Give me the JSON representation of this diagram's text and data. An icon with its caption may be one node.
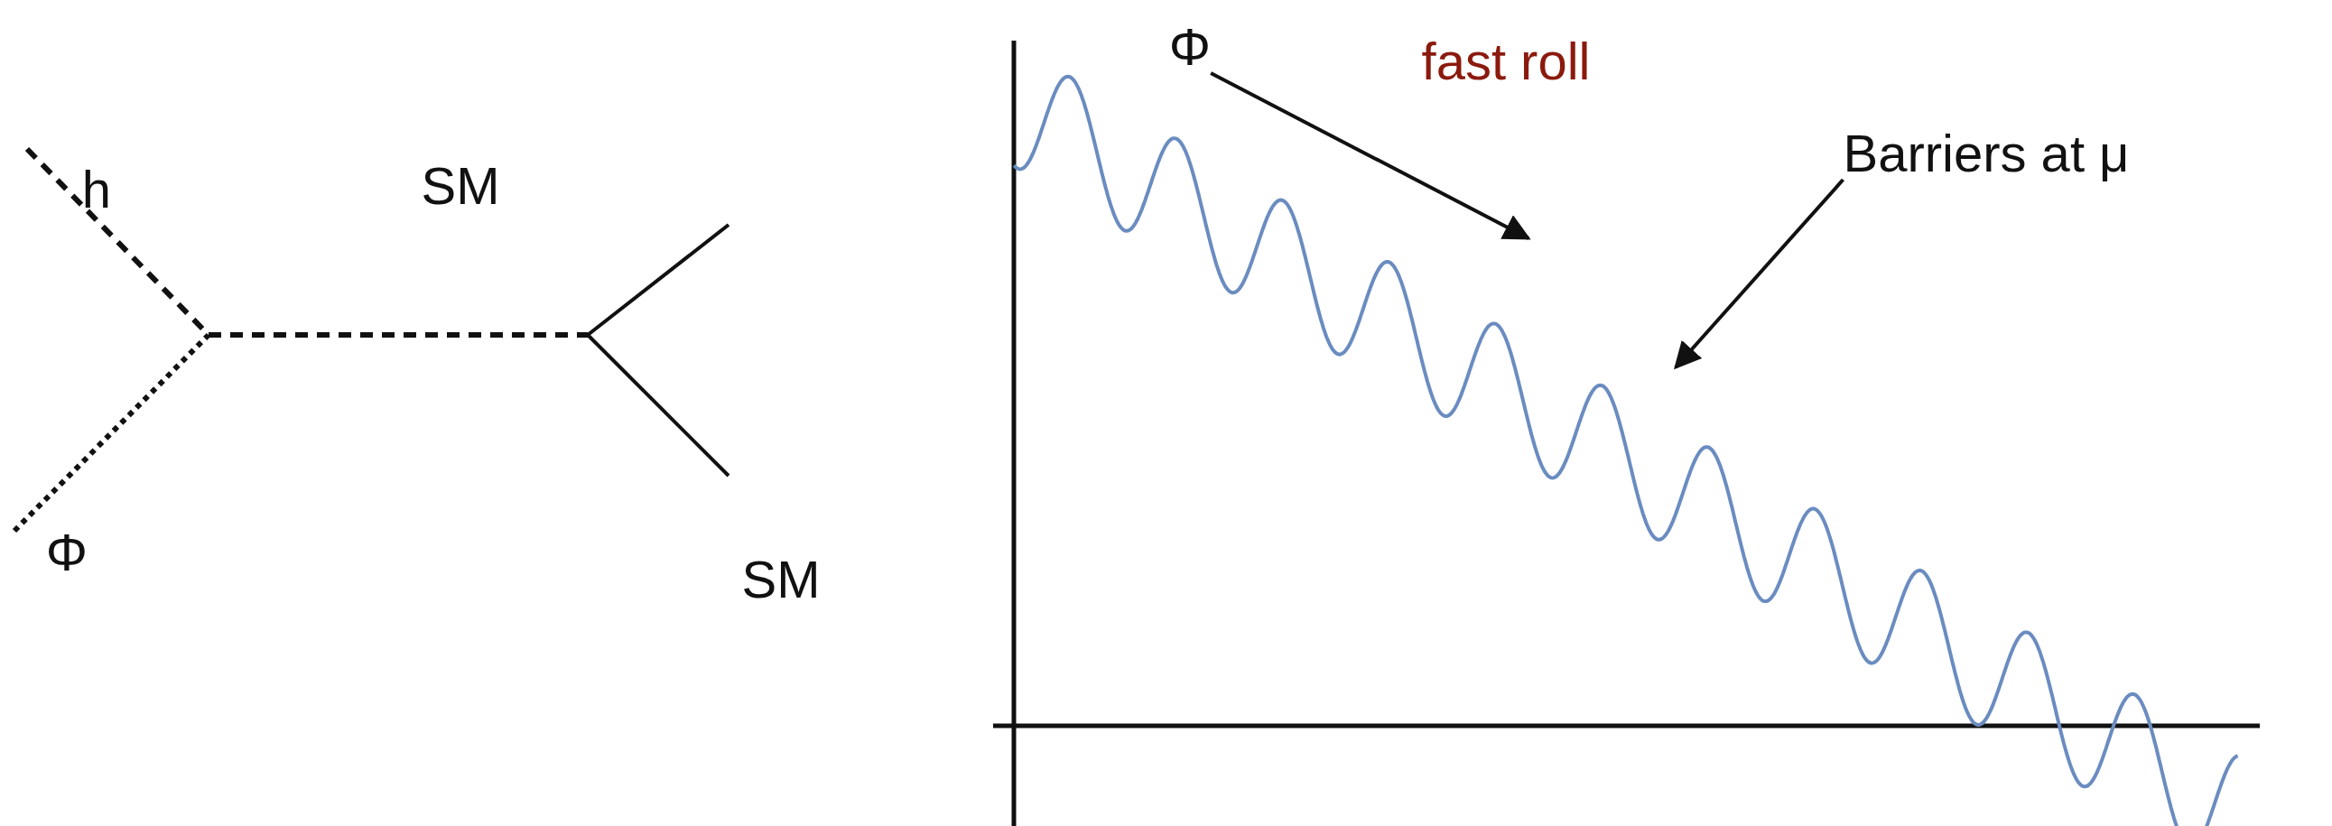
{
  "diagram": {
    "nodes": [
      {
        "text": [
          "Φ"
        ]
      },
      {
        "text": [
          "Barriers at μ"
        ]
      }
    ],
    "edges": [
      {
        "from": 0,
        "to": null,
        "arrow": "to"
      },
      {
        "from": 1,
        "to": null,
        "arrow": "to"
      }
    ],
    "labels": [
      "h",
      "SM",
      "fast roll",
      "SM",
      "Φ"
    ]
  }
}
